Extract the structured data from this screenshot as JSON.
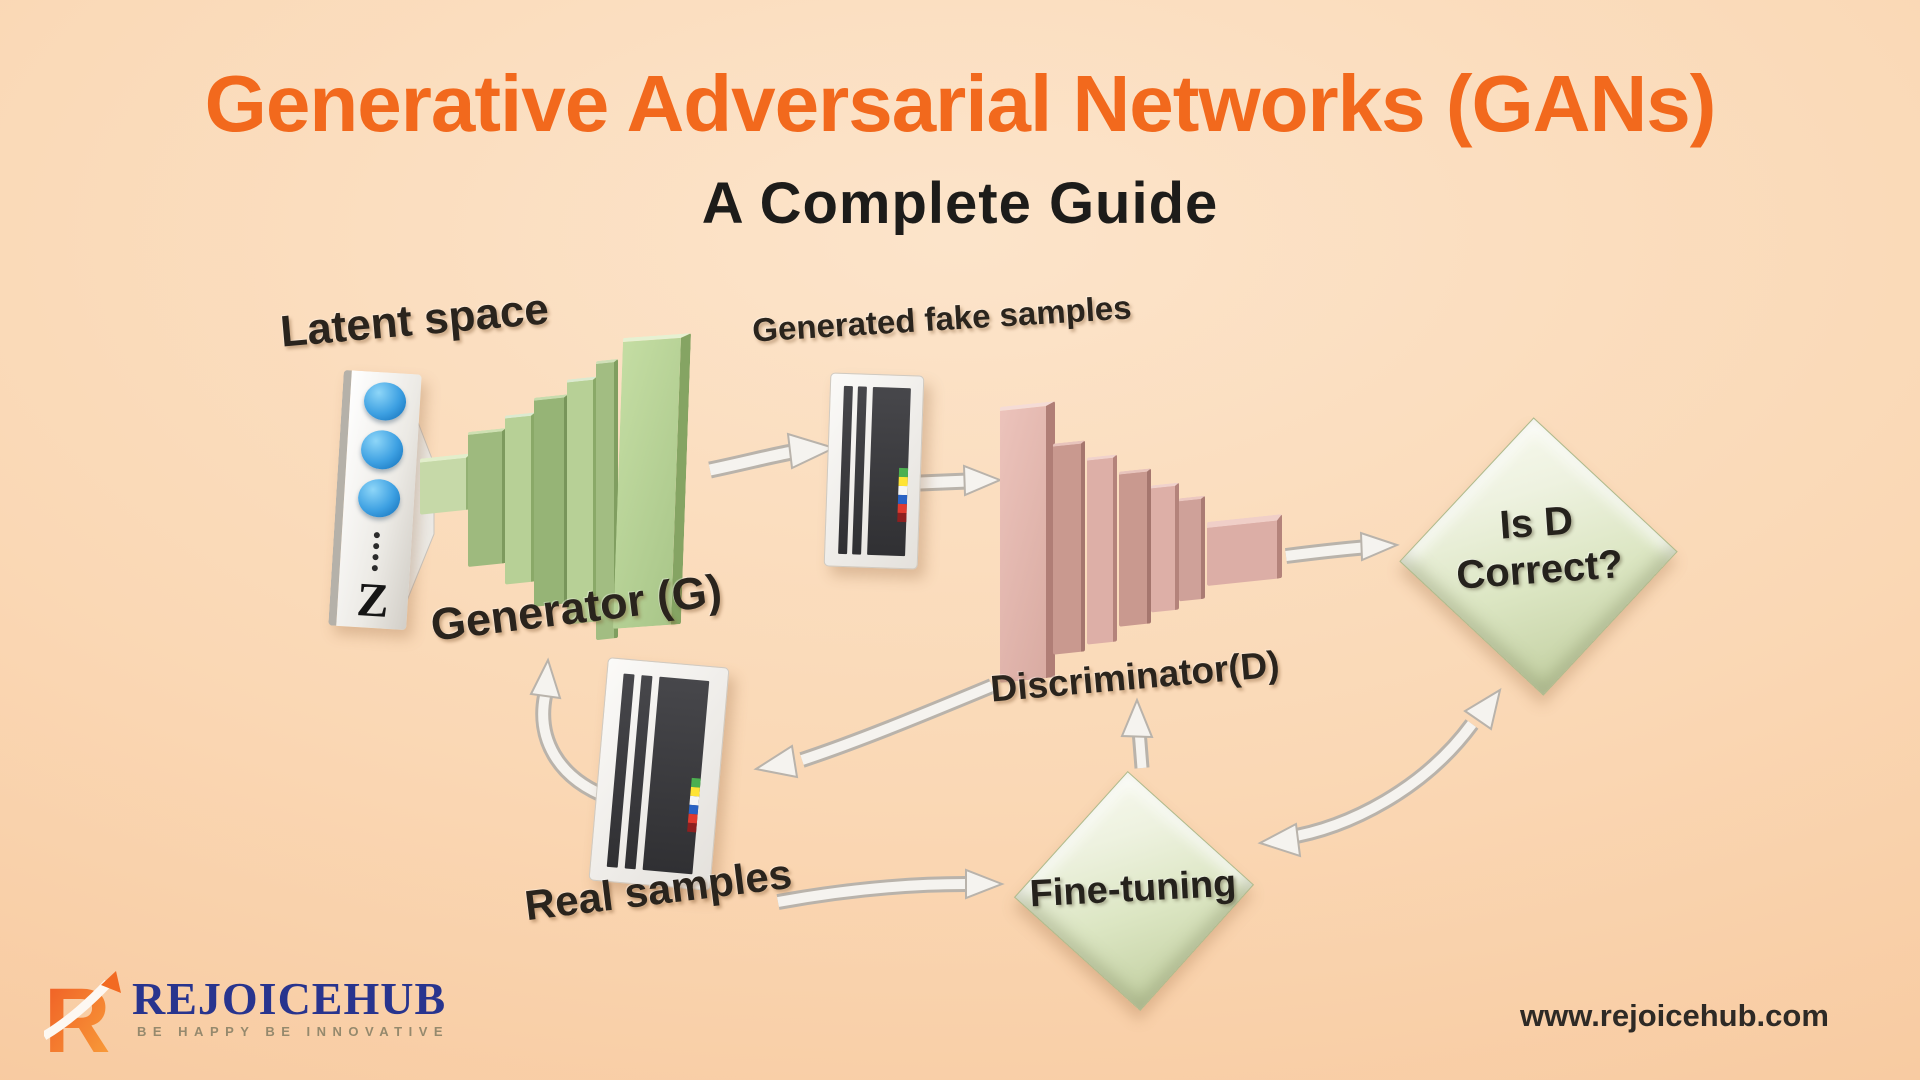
{
  "header": {
    "title": "Generative Adversarial Networks (GANs)",
    "subtitle": "A Complete Guide"
  },
  "diagram": {
    "labels": {
      "latent_space": "Latent space",
      "latent_z": "Z",
      "generator": "Generator (G)",
      "generated_fake_samples": "Generated fake samples",
      "discriminator": "Discriminator(D)",
      "is_d_correct_line1": "Is D",
      "is_d_correct_line2": "Correct?",
      "fine_tuning": "Fine-tuning",
      "real_samples": "Real samples"
    },
    "colors": {
      "background_top": "#fce4ca",
      "background_bottom": "#f7c294",
      "title_orange": "#f2691d",
      "generator_green": "#a8c487",
      "discriminator_pink": "#d9aba2",
      "diamond_green": "#dce6c3",
      "arrow_white": "#f5f3ef",
      "sphere_blue": "#3da0e2"
    }
  },
  "footer": {
    "brand": "REJOICEHUB",
    "tagline": "BE HAPPY BE INNOVATIVE",
    "website": "www.rejoicehub.com"
  }
}
